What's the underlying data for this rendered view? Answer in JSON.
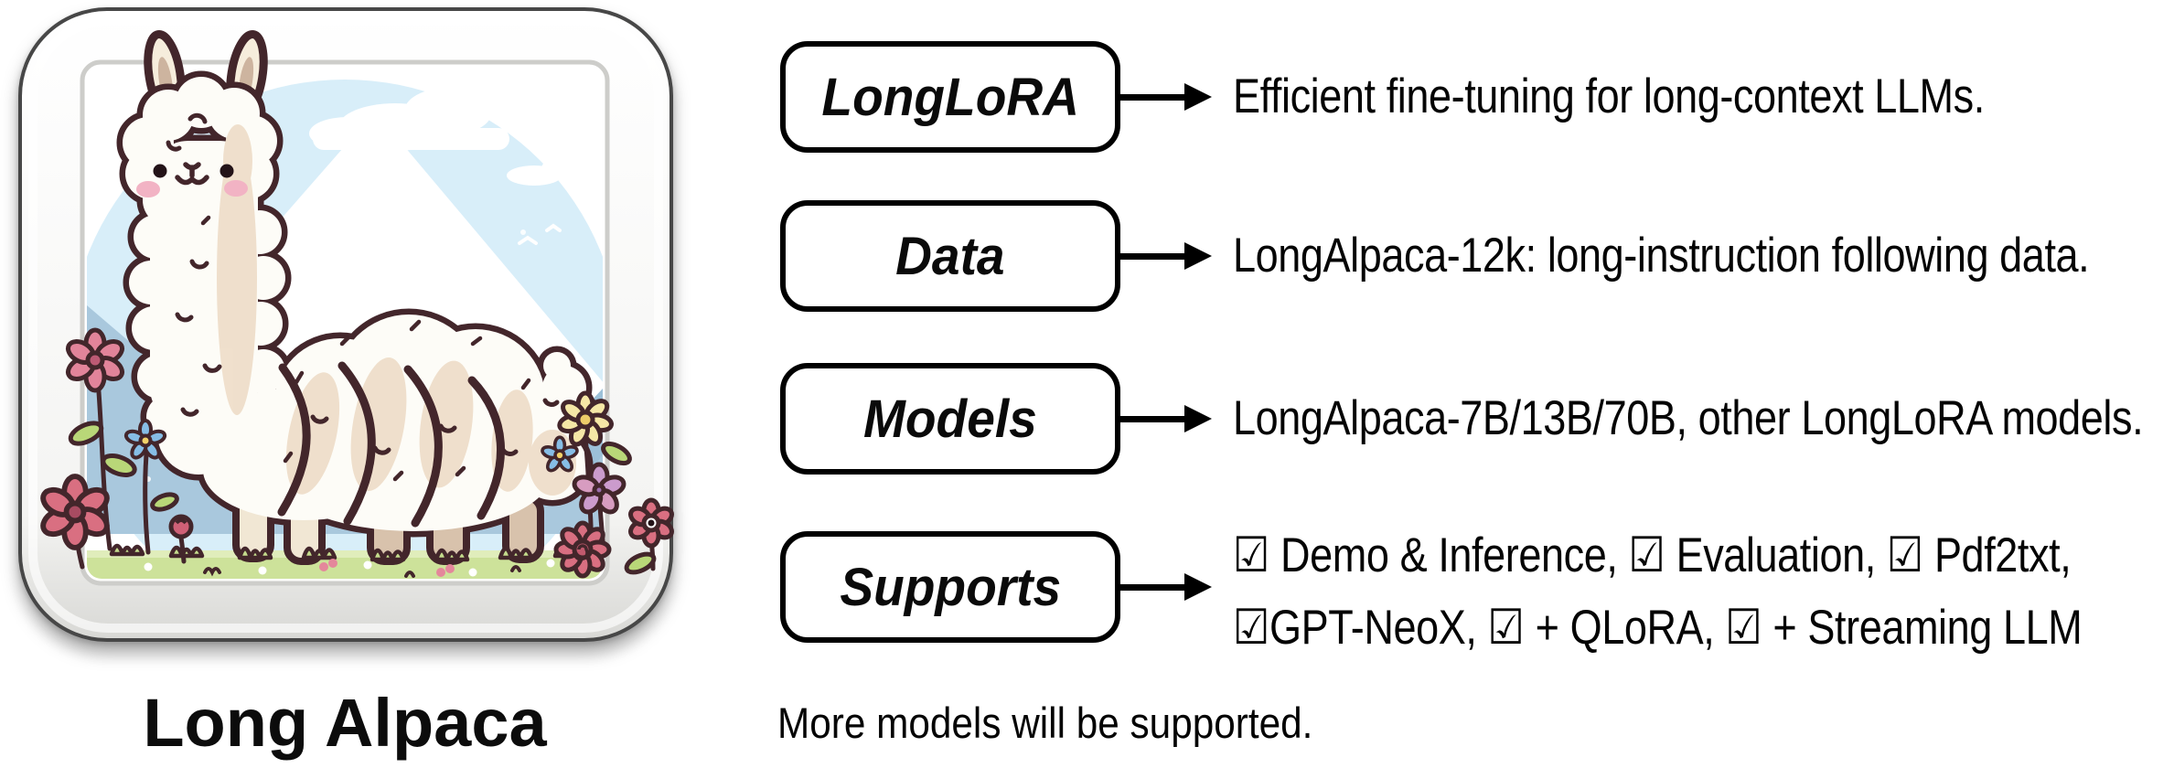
{
  "figure": {
    "type": "project-overview-diagram",
    "background": "#ffffff"
  },
  "icon": {
    "caption": "Long Alpaca",
    "art_description": "cartoon long-necked alpaca standing on grass with flowers, snowy mountains and blue sky behind, framed as a glossy rounded app icon",
    "palette": {
      "frame": "#ffffff",
      "frame_border": "#474747",
      "bezel": "#cdcdca",
      "sky": "#d8eef9",
      "mountain_far": "#a9c8dd",
      "mountain_ridge": "#9cc0d8",
      "snow": "#ffffff",
      "grass": "#cde29a",
      "fleece": "#fdfcf7",
      "fleece_shade": "#eddbc5",
      "outline": "#43262b",
      "cheek": "#f2b3c4",
      "ear_inner": "#cdb49f",
      "legs": "#d8c2ac",
      "flower_pink": "#e2849a",
      "flower_red": "#d96f81",
      "flower_blue": "#86bde5",
      "flower_yellow": "#f5e7a6",
      "flower_purple": "#cb9bcd",
      "leaf": "#b9d778"
    }
  },
  "rows": [
    {
      "label": "LongLoRA",
      "lines": [
        "Efficient fine-tuning for long-context LLMs."
      ]
    },
    {
      "label": "Data",
      "lines": [
        "LongAlpaca-12k: long-instruction following data."
      ]
    },
    {
      "label": "Models",
      "lines": [
        "LongAlpaca-7B/13B/70B, other LongLoRA models."
      ]
    },
    {
      "label": "Supports",
      "lines": [
        "☑ Demo & Inference, ☑ Evaluation, ☑ Pdf2txt,",
        "☑GPT-NeoX, ☑ + QLoRA, ☑ + Streaming LLM"
      ]
    }
  ],
  "note": "More models will be supported.",
  "styles": {
    "text_color": "#000000",
    "box_border_color": "#000000",
    "box_fill": "#ffffff",
    "arrow_color": "#000000"
  }
}
